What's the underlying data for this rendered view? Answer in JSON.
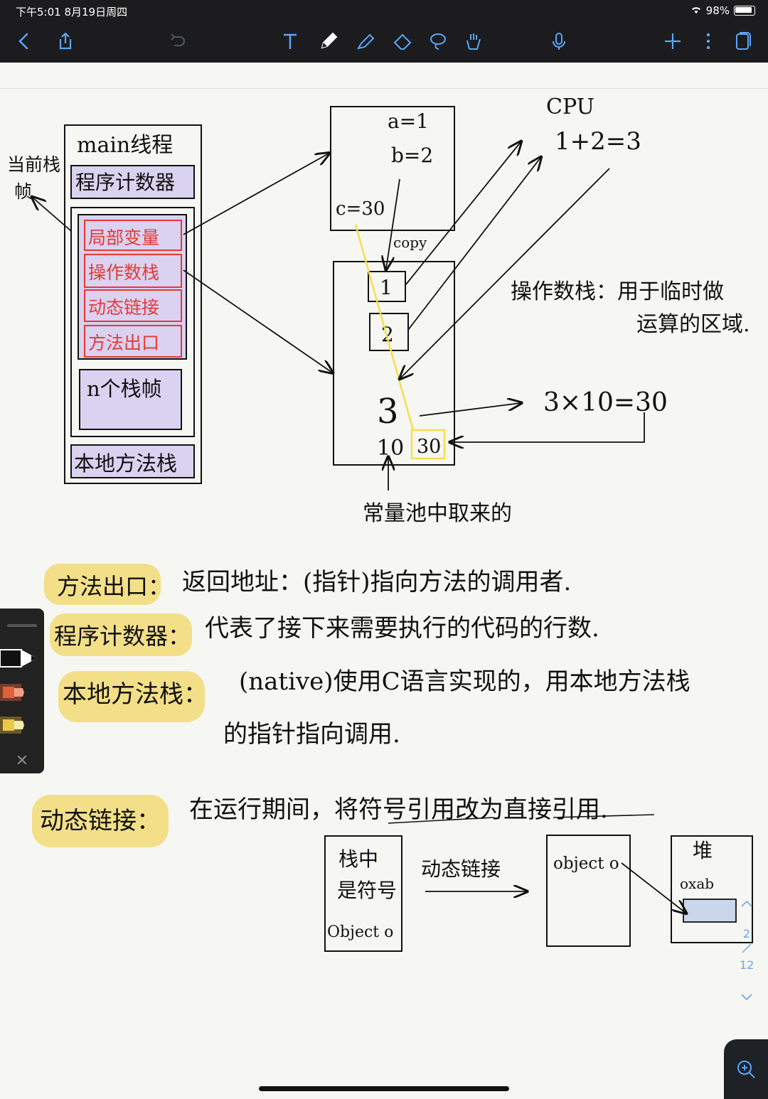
{
  "status": {
    "time": "下午5:01   8月19日周四",
    "battery": "98%"
  },
  "toolbar": {
    "left": [
      "back-icon",
      "share-icon",
      "undo-icon"
    ],
    "center": [
      "text-tool-icon",
      "pen-tool-icon",
      "highlighter-tool-icon",
      "eraser-tool-icon",
      "lasso-tool-icon",
      "hand-tool-icon",
      "mic-icon"
    ],
    "right": [
      "add-icon",
      "more-icon",
      "pages-icon"
    ]
  },
  "note": {
    "thread_title": "main线程",
    "pc": "程序计数器",
    "frame_label": "当前栈帧",
    "frame_items": [
      "局部变量",
      "操作数栈",
      "动态链接",
      "方法出口"
    ],
    "n_frames": "n个栈帧",
    "native_stack": "本地方法栈",
    "vars": [
      "a=1",
      "b=2",
      "c=30"
    ],
    "copy": "copy",
    "stack_slots": [
      "1",
      "2"
    ],
    "result": "3",
    "ten": "10",
    "thirty": "30",
    "cpu": "CPU",
    "cpu_eq": "1+2=3",
    "opstack_desc_1": "操作数栈：用于临时做",
    "opstack_desc_2": "运算的区域.",
    "mul": "3×10=30",
    "const_pool": "常量池中取来的",
    "def_exit_key": "方法出口：",
    "def_exit_val": "返回地址：(指针)指向方法的调用者.",
    "def_pc_key": "程序计数器：",
    "def_pc_val": "代表了接下来需要执行的代码的行数.",
    "def_native_key": "本地方法栈：",
    "def_native_val_1": "(native)使用C语言实现的，用本地方法栈",
    "def_native_val_2": "的指针指向调用.",
    "def_dyn_key": "动态链接：",
    "def_dyn_val": "在运行期间，将符号引用改为直接引用.",
    "sym_box_1": "栈中",
    "sym_box_2": "是符号",
    "sym_obj": "Object o",
    "dyn_arrow_label": "动态链接",
    "obj_box": "object o",
    "heap": "堆",
    "heap_addr": "oxab"
  },
  "pen_dock": {
    "colors": [
      "#111111",
      "#e0603c",
      "#e8c84a"
    ],
    "close": "✕"
  },
  "page_nav": {
    "current": "2",
    "total": "12"
  }
}
